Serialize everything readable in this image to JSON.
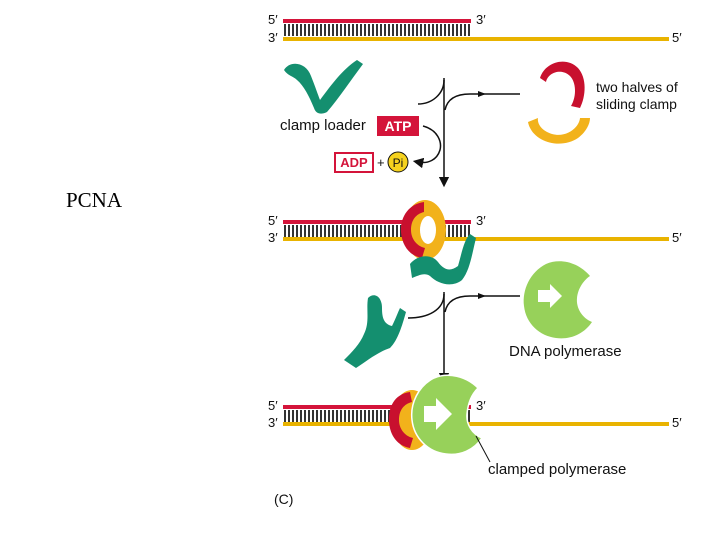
{
  "side_label": "PCNA",
  "strands": {
    "five_prime": "5′",
    "three_prime": "3′"
  },
  "labels": {
    "clamp_loader": "clamp loader",
    "atp": "ATP",
    "adp": "ADP",
    "plus": "+",
    "pi": "Pi",
    "two_halves_line1": "two halves of",
    "two_halves_line2": "sliding clamp",
    "dna_polymerase": "DNA polymerase",
    "clamped_polymerase": "clamped polymerase",
    "panel": "(C)"
  },
  "colors": {
    "template_strand": "#e9b300",
    "primer_strand": "#d4143a",
    "clamp_red": "#c8102e",
    "clamp_yellow": "#f2b21b",
    "clamp_loader": "#148f6f",
    "polymerase": "#97d15a",
    "atp_box": "#d4143a",
    "adp_box": "#d4143a",
    "pi_circle": "#f5d21e"
  }
}
